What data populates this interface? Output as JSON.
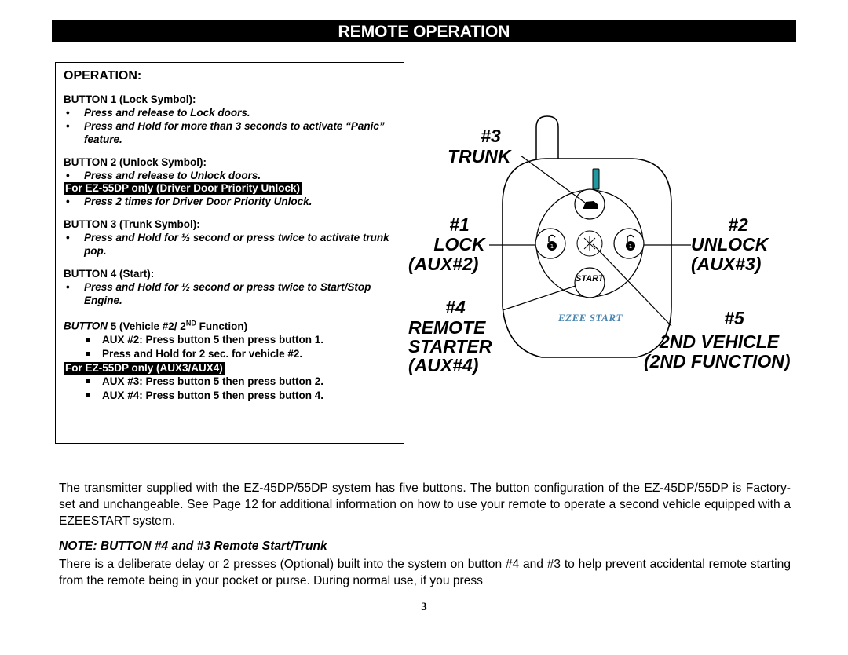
{
  "title": "REMOTE OPERATION",
  "operation": {
    "heading": "OPERATION:",
    "button1": {
      "title": "BUTTON 1 (Lock Symbol):",
      "items": [
        "Press and release to Lock doors.",
        "Press and Hold for more than 3 seconds to activate “Panic” feature."
      ]
    },
    "button2": {
      "title": "BUTTON 2 (Unlock Symbol):",
      "item1": "Press and release to Unlock doors.",
      "highlight": "For EZ-55DP only (Driver Door Priority Unlock)",
      "item2": "Press 2 times for Driver Door Priority Unlock."
    },
    "button3": {
      "title": "BUTTON 3 (Trunk Symbol):",
      "items": [
        "Press and Hold for ½ second or press twice to activate trunk pop."
      ]
    },
    "button4": {
      "title": "BUTTON 4 (Start):",
      "items": [
        "Press and Hold for ½ second or press twice to Start/Stop Engine."
      ]
    },
    "button5": {
      "title_a": "BUTTON",
      "title_b": " 5 (Vehicle #2/ 2",
      "title_sup": "ND",
      "title_c": " Function)",
      "items": [
        "AUX #2: Press button 5 then press button 1.",
        "Press and Hold for 2 sec. for vehicle #2."
      ],
      "highlight": "For EZ-55DP only  (AUX3/AUX4)",
      "items2": [
        "AUX #3: Press button 5 then press button 2.",
        "AUX #4: Press button 5 then press button 4."
      ]
    }
  },
  "diagram": {
    "trunk": [
      "#3",
      "TRUNK"
    ],
    "lock": [
      "#1",
      "LOCK",
      "(AUX#2)"
    ],
    "unlock": [
      "#2",
      "UNLOCK",
      "(AUX#3)"
    ],
    "remote": [
      "#4",
      "REMOTE",
      "STARTER",
      "(AUX#4)"
    ],
    "vehicle": [
      "#5",
      "2ND VEHICLE",
      "(2ND  FUNCTION)"
    ],
    "start_label": "START",
    "brand": "EZEE START"
  },
  "body": {
    "paragraph1": "The transmitter supplied with the EZ-45DP/55DP system has five buttons.  The button configuration of the EZ-45DP/55DP is Factory-set and unchangeable.  See Page 12 for additional information on how to use your remote to operate a second vehicle equipped with a EZEESTART system.",
    "note": "NOTE: BUTTON #4 and #3 Remote Start/Trunk",
    "paragraph2": "There is a deliberate delay or 2 presses (Optional) built into the system on button #4 and #3 to help prevent accidental remote starting from the remote being in your pocket or purse.  During normal use, if you press"
  },
  "page_number": "3"
}
